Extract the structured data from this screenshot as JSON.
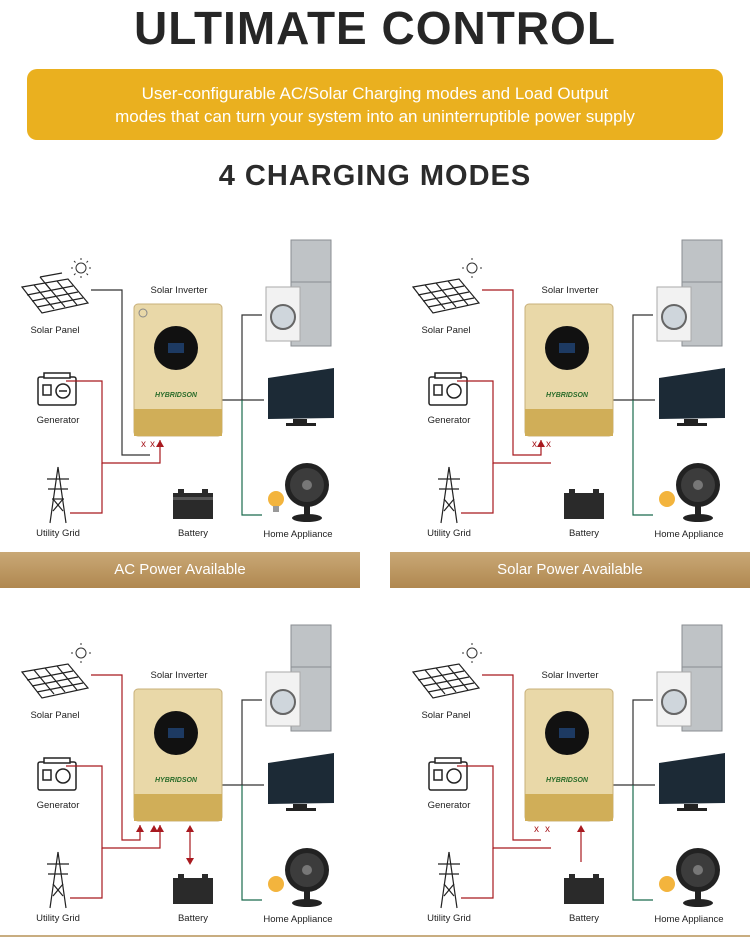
{
  "header": {
    "title": "ULTIMATE CONTROL",
    "banner_line1": "User-configurable AC/Solar Charging modes and Load Output",
    "banner_line2": "modes that can turn your system into an uninterruptible power supply",
    "subtitle": "4 CHARGING MODES"
  },
  "labels": {
    "solar_panel": "Solar Panel",
    "generator": "Generator",
    "utility_grid": "Utility Grid",
    "solar_inverter": "Solar Inverter",
    "battery": "Battery",
    "home_appliance": "Home Appliance",
    "brand": "HYBRIDSON"
  },
  "modes": [
    {
      "caption": "AC Power Available"
    },
    {
      "caption": "Solar Power Available"
    },
    {
      "caption": ""
    },
    {
      "caption": ""
    }
  ],
  "colors": {
    "accent": "#eab01f",
    "caption": "#b99460",
    "active_line": "#a8191f",
    "dc_line": "#1a6b4d",
    "inverter": "#e9d8a8"
  }
}
